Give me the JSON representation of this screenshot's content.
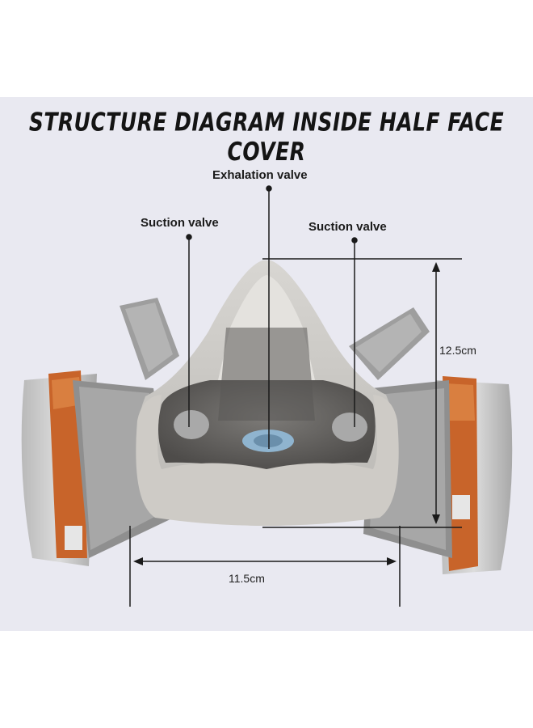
{
  "title": "STRUCTURE DIAGRAM INSIDE HALF FACE COVER",
  "labels": {
    "exhalation_valve": "Exhalation valve",
    "suction_valve_left": "Suction valve",
    "suction_valve_right": "Suction valve"
  },
  "dimensions": {
    "height": "12.5cm",
    "width": "11.5cm"
  },
  "colors": {
    "background": "#e9e9f1",
    "mask_body": "#c9c7c3",
    "cartridge_orange": "#c8642a",
    "strap": "#a9a9a9",
    "lines": "#1a1a1a"
  }
}
